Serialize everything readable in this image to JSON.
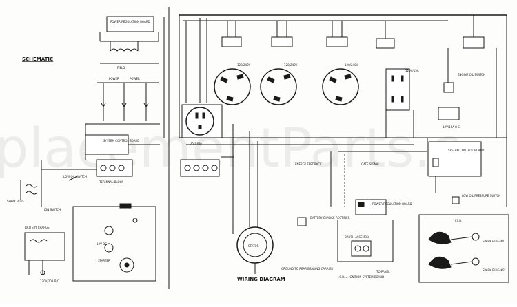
{
  "diagram": {
    "watermark": "placementParts.c",
    "schematic_title": "SCHEMATIC",
    "wiring_title": "WIRING DIAGRAM",
    "labels": {
      "power_reg_board_top": "POWER REGULATION BOARD",
      "field": "FIELD",
      "power_l": "POWER",
      "power_r": "POWER",
      "system_control_board_left": "SYSTEM CONTROL BOARD",
      "low_oil_switch_left": "LOW OIL SWITCH",
      "terminal_block": "TERMINAL BLOCK",
      "spark_plug_left": "SPARK PLUG",
      "ign_switch": "IGN SWITCH",
      "battery_charge": "BATTERY CHARGE",
      "v120_20a_bc_left": "120V/20A B C",
      "v12_dc": "12V DC",
      "starter": "STARTER",
      "v250_30a": "250/30A",
      "v120_240_1": "120/240V",
      "v120_240_2": "120/240V",
      "v120_240_3": "120/240V",
      "v120_15a": "120V/15A",
      "engine_oil_switch": "ENGINE OIL SWITCH",
      "v12_15a_bc": "12V/15A B C",
      "system_control_board_right": "SYSTEM CONTROL BOARD",
      "low_oil_pressure_switch": "LOW OIL PRESSURE SWITCH",
      "energy_feedback": "ENERGY FEEDBACK",
      "gate_signal": "GATE SIGNAL",
      "power_reg_board_right": "POWER REGULATION BOARD",
      "battery_charge_rectifier": "BATTERY CHARGE RECTIFIER",
      "brush_assembly": "BRUSH ASSEMBLY",
      "stator": "STATOR",
      "ground_note": "GROUND TO REAR BEARING CARRIER",
      "ignition_note": "I.S.B. = IGNITION SYSTEM BOARD",
      "spark_plug_1": "SPARK PLUG #1",
      "spark_plug_2": "SPARK PLUG #2",
      "isb": "I.S.B.",
      "to_panel": "TO PANEL"
    }
  }
}
